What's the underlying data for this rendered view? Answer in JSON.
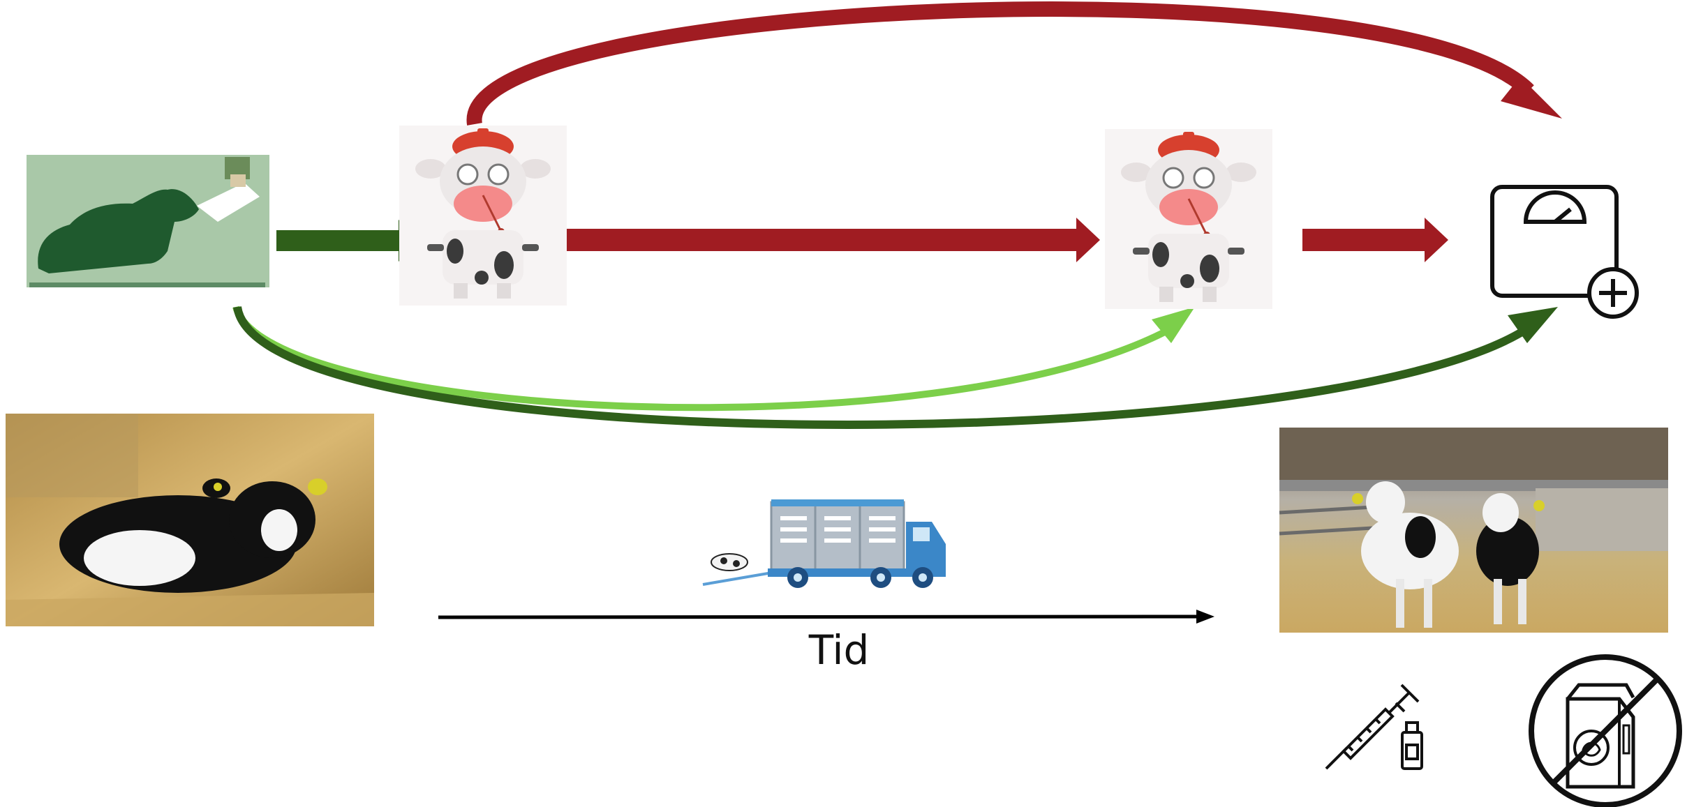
{
  "timeline": {
    "label": "Tid"
  },
  "colors": {
    "dark_red": "#a01c22",
    "dark_green": "#2f5f1a",
    "light_green": "#7ccf4a",
    "feeding_bg": "#a9c8a8",
    "feeding_silhouette": "#1f5a2e",
    "black": "#000000"
  },
  "icons": {
    "feeding": "calf-bottle-feeding-icon",
    "sick_first": "sick-cow-icon",
    "sick_second": "sick-cow-icon",
    "weight_gain": "weight-scale-plus-icon",
    "transport": "livestock-truck-icon",
    "vaccine": "syringe-vial-icon",
    "no_milk": "no-milk-carton-icon"
  },
  "photos": {
    "newborn_calf": "calf-lying-in-straw-photo",
    "calves_barn": "calves-in-barn-photo"
  }
}
